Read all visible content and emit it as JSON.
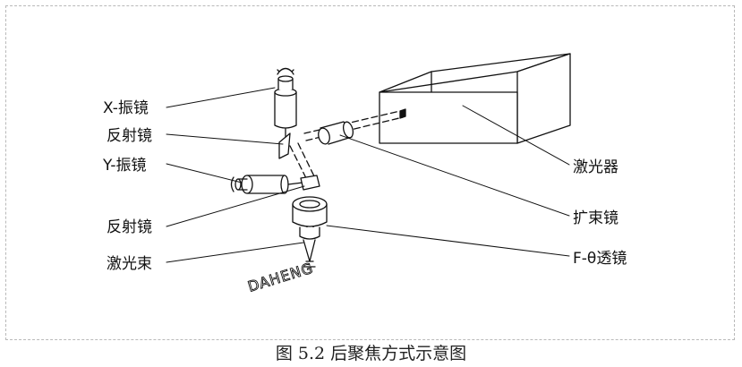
{
  "labels": {
    "x_galvo": "X-振镜",
    "mirror_top": "反射镜",
    "y_galvo": "Y-振镜",
    "mirror_bottom": "反射镜",
    "laser_beam": "激光束",
    "laser": "激光器",
    "beam_expander": "扩束镜",
    "f_theta_lens": "F-θ透镜",
    "brand_mark": "DAHENG"
  },
  "caption": "图 5.2 后聚焦方式示意图"
}
